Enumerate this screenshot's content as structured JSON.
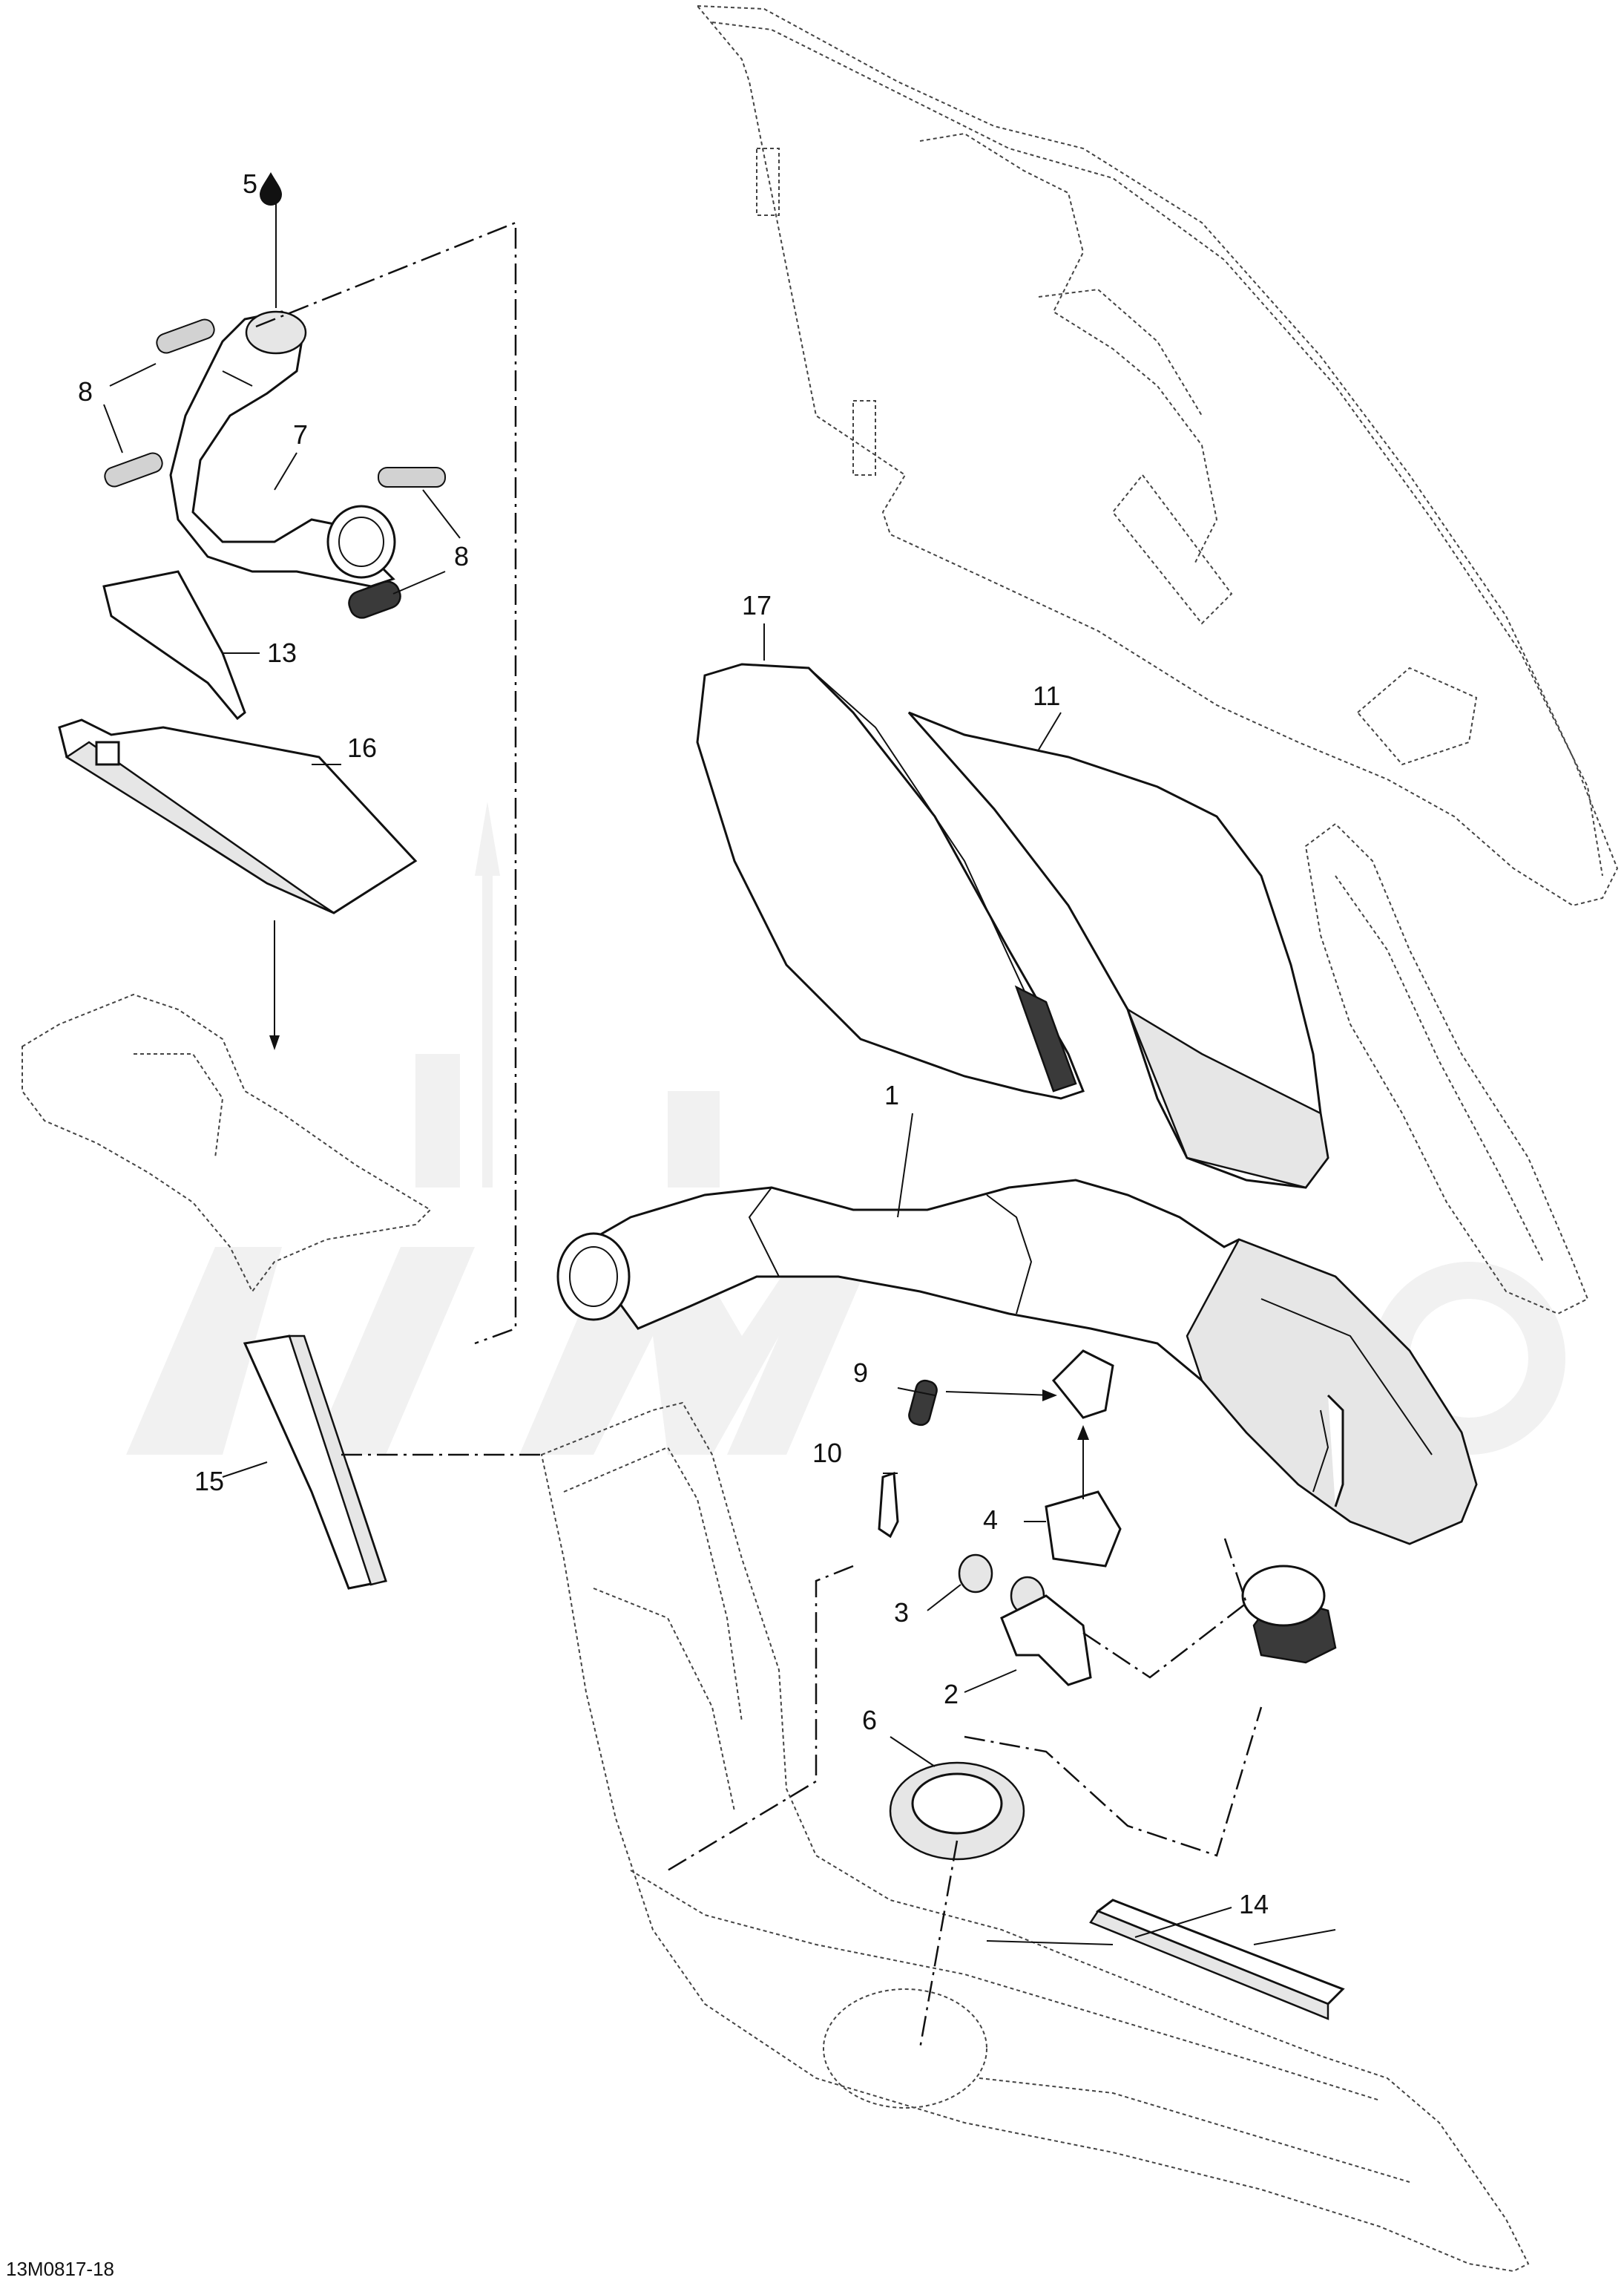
{
  "diagram": {
    "drawing_code": "13M0817-18",
    "lubricant_icon": "oil-drop-icon",
    "callouts": {
      "c1": "1",
      "c2": "2",
      "c3": "3",
      "c4": "4",
      "c5": "5",
      "c6": "6",
      "c7": "7",
      "c8a": "8",
      "c8b": "8",
      "c9": "9",
      "c10": "10",
      "c11": "11",
      "c13": "13",
      "c14": "14",
      "c15": "15",
      "c16": "16",
      "c17": "17"
    }
  }
}
